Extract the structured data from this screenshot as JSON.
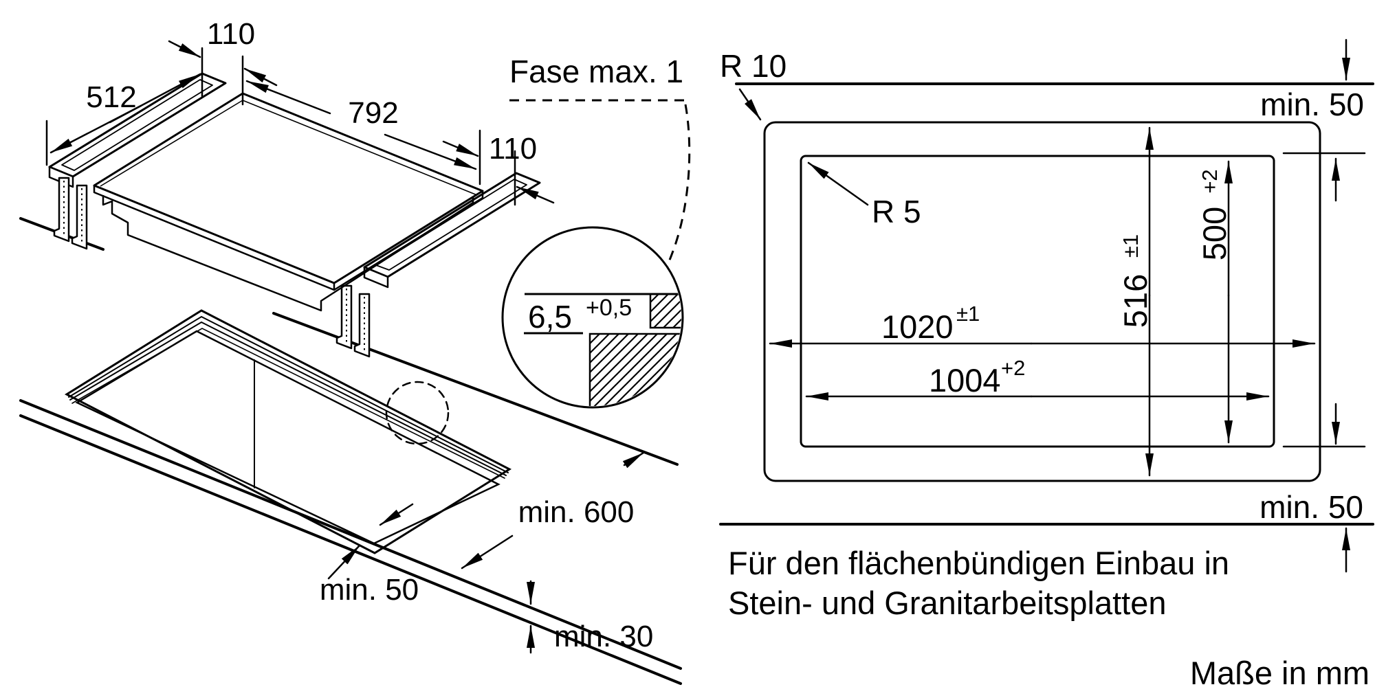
{
  "drawing": {
    "type": "appliance installation dimension drawing",
    "line_color": "#000000",
    "background": "#ffffff",
    "left_view": {
      "dim_rail_overhang_left": "110",
      "dim_depth": "512",
      "dim_width": "792",
      "dim_rail_overhang_right": "110",
      "chamfer_note": "Fase max. 1",
      "detail": {
        "rebate_depth_value": "6,5",
        "rebate_depth_tolerance": "+0,5"
      },
      "dim_worktop_depth": "min. 600",
      "dim_front_clearance": "min. 50",
      "dim_worktop_thickness": "min. 30"
    },
    "right_view": {
      "corner_radius_outer": "R 10",
      "corner_radius_inner": "R 5",
      "clearance_top": "min. 50",
      "clearance_bottom": "min. 50",
      "cutout_width": {
        "value": "1020",
        "tolerance": "±1"
      },
      "inner_width": {
        "value": "1004",
        "tolerance": "+2"
      },
      "cutout_depth": {
        "value": "516",
        "tolerance": "±1"
      },
      "inner_depth": {
        "value": "500",
        "tolerance": "+2"
      },
      "caption_line1": "Für den flächenbündigen Einbau in",
      "caption_line2": "Stein- und Granitarbeitsplatten"
    },
    "footer": {
      "units_note": "Maße in mm"
    }
  }
}
